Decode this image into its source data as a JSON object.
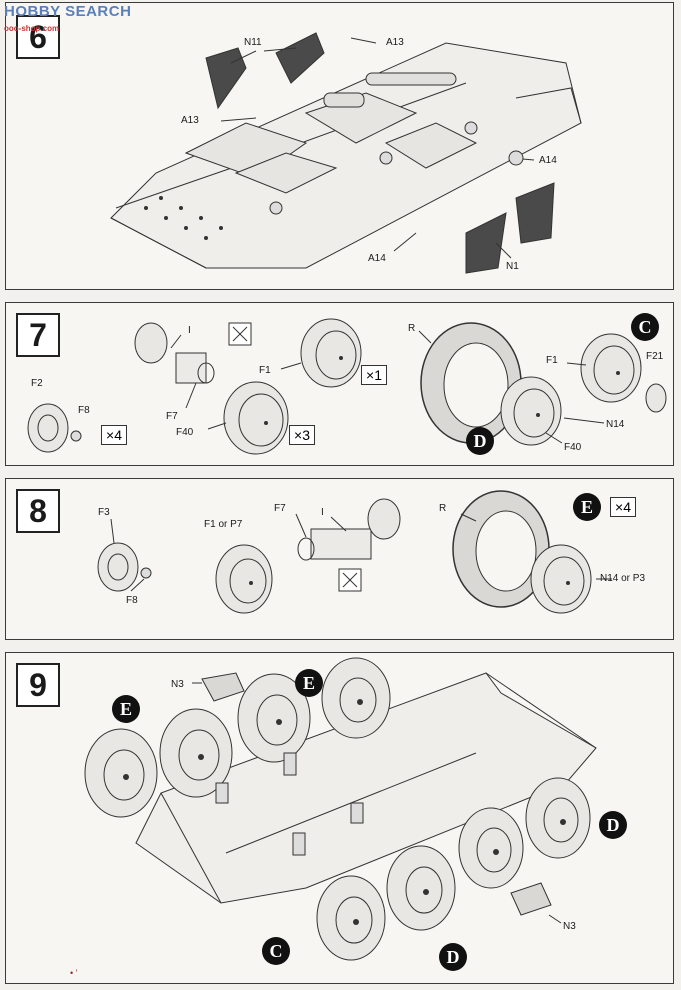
{
  "watermark": {
    "text": "HOBBY SEARCH",
    "sub": "ooo-shop.com"
  },
  "steps": [
    {
      "number": "6",
      "labels": [
        "N11",
        "A13",
        "A13",
        "A14",
        "A14",
        "N1"
      ]
    },
    {
      "number": "7",
      "labels": [
        "F2",
        "F8",
        "I",
        "F7",
        "F1",
        "F40",
        "R",
        "F1",
        "F21",
        "N14",
        "F40"
      ],
      "quantities": [
        "×4",
        "×1",
        "×3"
      ],
      "subassemblies": [
        "C",
        "D"
      ]
    },
    {
      "number": "8",
      "labels": [
        "F3",
        "F8",
        "F1 or P7",
        "F7",
        "I",
        "R",
        "N14 or P3"
      ],
      "quantities": [
        "×4"
      ],
      "subassemblies": [
        "E"
      ]
    },
    {
      "number": "9",
      "labels": [
        "N3",
        "N3"
      ],
      "subassemblies": [
        "E",
        "E",
        "D",
        "C",
        "D"
      ]
    }
  ],
  "footer": "• ’"
}
